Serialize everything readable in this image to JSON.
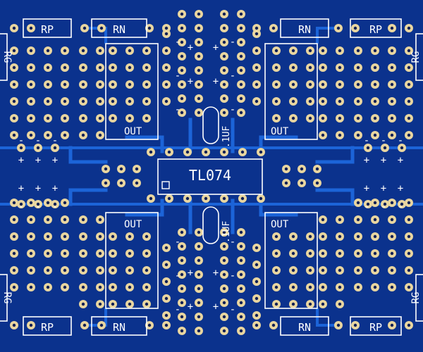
{
  "board": {
    "chip_label": "TL074",
    "output_label": "OUT",
    "cap_label": ".1UF",
    "resistor_labels": {
      "rp": "RP",
      "rn": "RN",
      "rg": "RG"
    },
    "polarity": {
      "plus": "+",
      "minus": "-"
    },
    "colors": {
      "board": "#0a2f80",
      "copper_pour": "#0d39a6",
      "trace": "#1c64d8",
      "pad": "#e9d6a0",
      "hole": "#0b1f55",
      "silkscreen": "#ffffff"
    }
  }
}
